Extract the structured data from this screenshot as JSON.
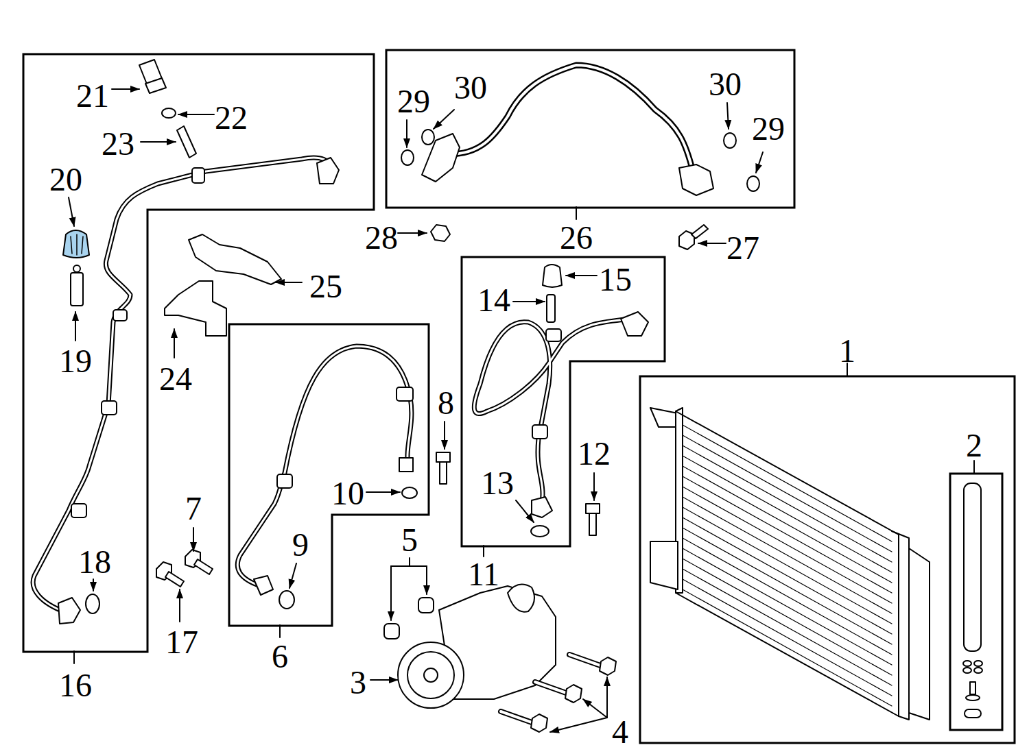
{
  "diagram": {
    "nodes": [
      {
        "text": [
          "16",
          "21",
          "22",
          "23",
          "20",
          "19",
          "18"
        ]
      },
      {
        "text": [
          "26",
          "29",
          "30",
          "30",
          "29"
        ]
      },
      {
        "text": [
          "11",
          "15",
          "14",
          "13"
        ]
      },
      {
        "text": [
          "6",
          "10",
          "9"
        ]
      },
      {
        "text": [
          "1"
        ]
      },
      {
        "text": [
          "2"
        ],
        "in": 4
      }
    ],
    "edges": [],
    "labels": [
      "28",
      "27",
      "25",
      "24",
      "8",
      "12",
      "7",
      "17",
      "5",
      "3",
      "4"
    ]
  }
}
